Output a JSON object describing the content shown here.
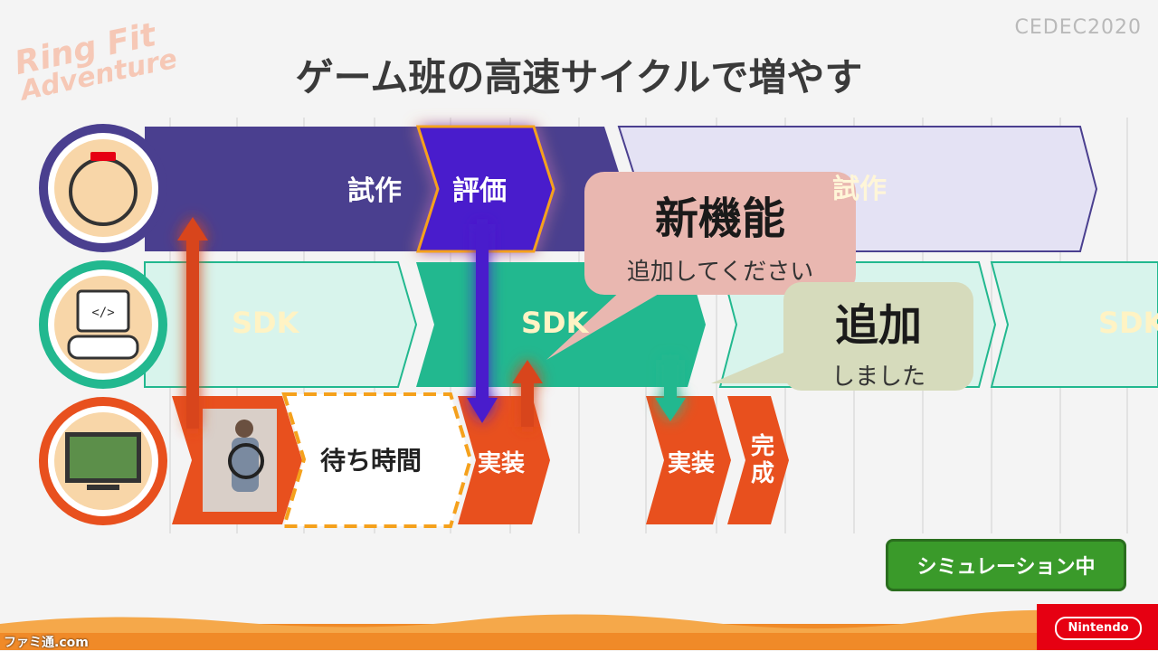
{
  "slide": {
    "title": "ゲーム班の高速サイクルで増やす",
    "brand": "CEDEC2020",
    "logo_line1": "Ring Fit",
    "logo_line2": "Adventure",
    "watermark": "ファミ通.com",
    "nintendo": "Nintendo"
  },
  "rows": {
    "top": {
      "chip1": "試作",
      "chip2": "評価",
      "ghost": "試作"
    },
    "mid": {
      "chip1": "SDK",
      "chip2": "SDK",
      "chip3": "SDK"
    },
    "bottom": {
      "wait": "待ち時間",
      "impl1": "実装",
      "impl2": "実装",
      "done": "完成"
    }
  },
  "bubbles": {
    "request": {
      "big": "新機能",
      "small": "追加してください"
    },
    "reply": {
      "big": "追加",
      "small": "しました"
    }
  },
  "button": {
    "label": "シミュレーション中"
  },
  "colors": {
    "purple": "#4a3f8f",
    "violet": "#4a1fcc",
    "teal": "#22b88f",
    "mint": "#d8f4ec",
    "orange": "#e8501e",
    "lavender": "#e4e2f4",
    "pink_bubble": "#e9b7b0",
    "beige_bubble": "#d6dbbc",
    "accent_orange": "#f5a11c",
    "green_button": "#3a9a2a",
    "nintendo_red": "#e60012"
  },
  "icons": [
    "ring-con-icon",
    "console-code-icon",
    "tv-game-icon"
  ]
}
